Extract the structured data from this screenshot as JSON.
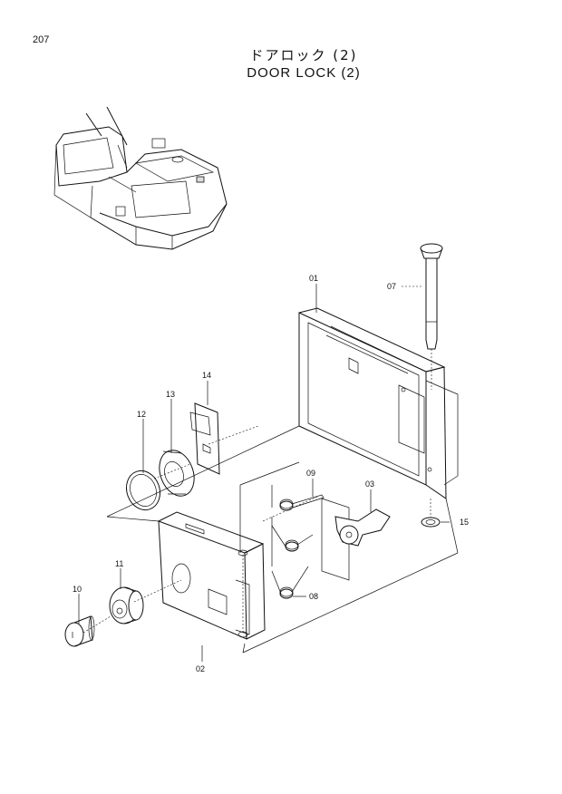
{
  "page_number": "207",
  "title_jp": "ドアロック (2)",
  "title_en": "DOOR LOCK (2)",
  "callouts": {
    "c01": "01",
    "c02": "02",
    "c03": "03",
    "c07": "07",
    "c08": "08",
    "c09": "09",
    "c10": "10",
    "c11": "11",
    "c12": "12",
    "c13": "13",
    "c14": "14",
    "c15": "15"
  }
}
